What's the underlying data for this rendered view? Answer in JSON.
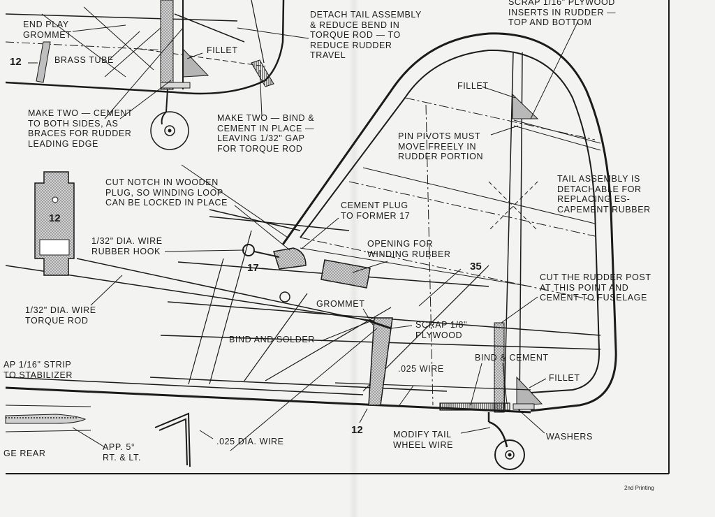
{
  "labels": {
    "end_play_grommet": "END PLAY\nGROMMET",
    "brass_tube": "BRASS TUBE",
    "fillet_top": "FILLET",
    "detach_tail": "DETACH TAIL ASSEMBLY\n& REDUCE BEND IN\nTORQUE ROD — TO\nREDUCE RUDDER\nTRAVEL",
    "scrap_plywood_inserts": "SCRAP 1/16\" PLYWOOD\nINSERTS IN RUDDER —\nTOP AND BOTTOM",
    "make_two_cement": "MAKE TWO — CEMENT\nTO BOTH SIDES, AS\nBRACES FOR RUDDER\nLEADING EDGE",
    "make_two_bind": "MAKE TWO — BIND &\nCEMENT IN PLACE —\nLEAVING 1/32\" GAP\nFOR TORQUE ROD",
    "fillet_rudder": "FILLET",
    "pin_pivots": "PIN PIVOTS MUST\nMOVE FREELY IN\nRUDDER PORTION",
    "tail_detachable": "TAIL ASSEMBLY IS\nDETACHABLE FOR\nREPLACING ES-\nCAPEMENT RUBBER",
    "cut_notch": "CUT NOTCH IN WOODEN\nPLUG, SO WINDING LOOP\nCAN BE LOCKED IN PLACE",
    "cement_plug": "CEMENT PLUG\nTO FORMER 17",
    "rubber_hook": "1/32\" DIA. WIRE\nRUBBER HOOK",
    "opening_winding": "OPENING FOR\nWINDING RUBBER",
    "torque_rod": "1/32\" DIA. WIRE\nTORQUE ROD",
    "grommet": "GROMMET",
    "cut_rudder_post": "CUT THE RUDDER POST\nAT THIS POINT AND\nCEMENT TO FUSELAGE",
    "scrap_18_plywood": "SCRAP 1/8\"\nPLYWOOD",
    "bind_and_solder": "BIND AND SOLDER",
    "strip_stabilizer": "AP 1/16\" STRIP\nTO STABILIZER",
    "wire_025": ".025 WIRE",
    "bind_cement": "BIND & CEMENT",
    "fillet_bottom": "FILLET",
    "app_5": "APP. 5°\nRT. & LT.",
    "ge_rear": "GE REAR",
    "dia_wire_025": ".025 DIA. WIRE",
    "modify_tail_wheel": "MODIFY TAIL\nWHEEL WIRE",
    "washers": "WASHERS"
  },
  "part_numbers": {
    "former_12_left": "12",
    "former_12_template": "12",
    "former_17": "17",
    "former_35": "35",
    "former_12_bottom": "12"
  },
  "printing_note": "2nd Printing",
  "colors": {
    "paper": "#f3f3f1",
    "ink": "#1b1b1b",
    "shade": "#c8c8c8"
  }
}
